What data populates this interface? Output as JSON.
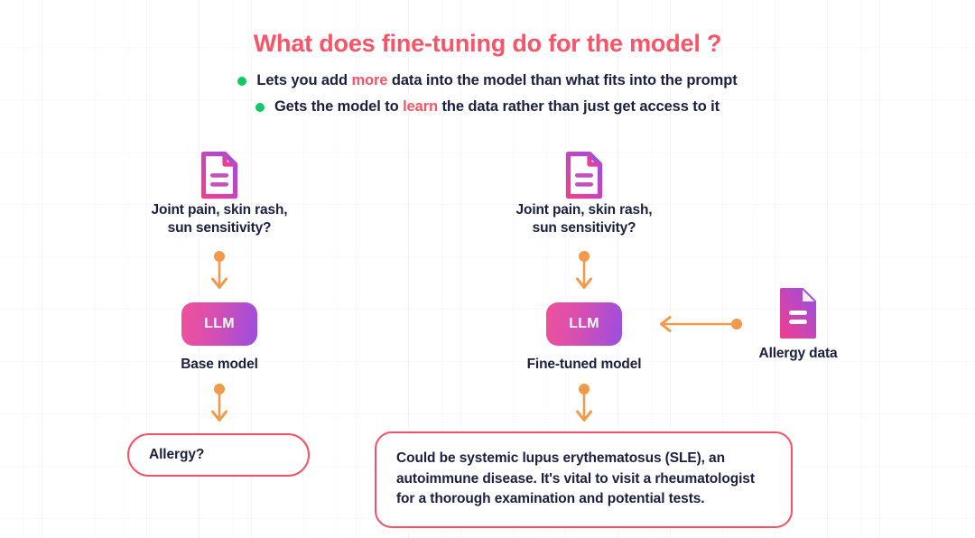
{
  "header": {
    "title": "What does fine-tuning do for the model ?",
    "bullets": [
      {
        "before": "Lets you add ",
        "highlight": "more",
        "after": " data into the model than what fits into the prompt",
        "bullet_icon": "green-dot-icon"
      },
      {
        "before": "Gets the model to ",
        "highlight": "learn",
        "after": " the data rather than just get access to it",
        "bullet_icon": "green-dot-icon"
      }
    ]
  },
  "colors": {
    "accent_pink": "#fa5468",
    "bullet_green": "#0fc868",
    "arrow_orange": "#f2994a",
    "text_navy": "#1b2041",
    "gradient_start": "#f0509a",
    "gradient_end": "#9a4ee2",
    "box_border": "#fa4f67",
    "background": "#ffffff"
  },
  "left_flow": {
    "doc_icon": "document-outline-icon",
    "prompt_text": "Joint pain, skin rash,\nsun sensitivity?",
    "arrow_1": "down-arrow-icon",
    "llm_label": "LLM",
    "model_label": "Base model",
    "arrow_2": "down-arrow-icon",
    "answer_text": "Allergy?"
  },
  "right_flow": {
    "doc_icon": "document-outline-icon",
    "prompt_text": "Joint pain, skin rash,\nsun sensitivity?",
    "arrow_1": "down-arrow-icon",
    "llm_label": "LLM",
    "model_label": "Fine-tuned model",
    "arrow_2": "down-arrow-icon",
    "answer_text": "Could be systemic lupus erythematosus (SLE), an\nautoimmune disease. It's vital to visit a rheumatologist\nfor a thorough examination and potential tests."
  },
  "data_source": {
    "arrow": "left-arrow-icon",
    "doc_icon": "document-filled-icon",
    "label": "Allergy data"
  }
}
